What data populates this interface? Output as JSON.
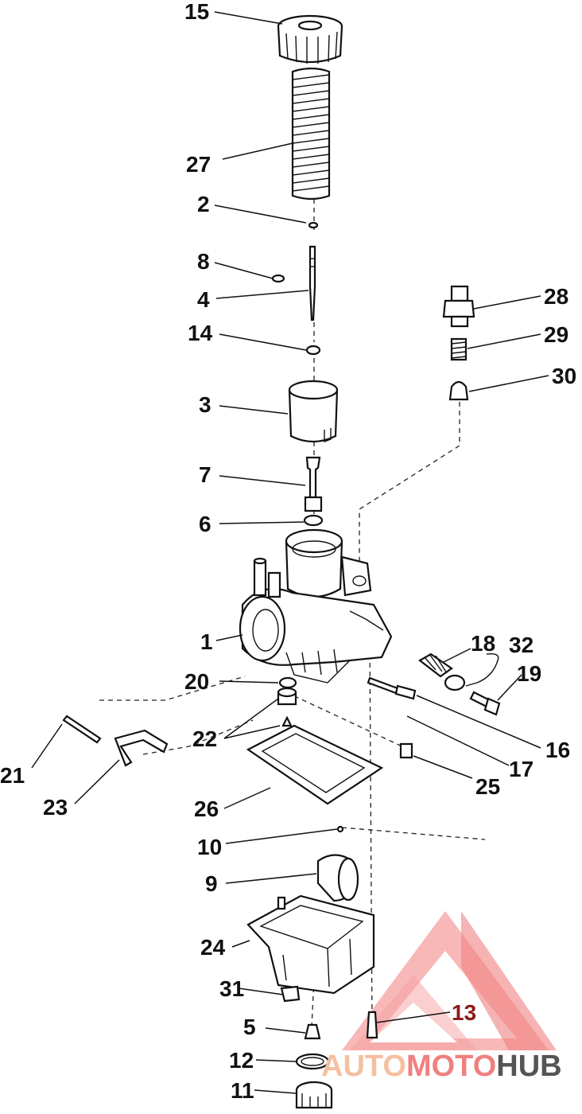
{
  "diagram": {
    "part_numbers": [
      "15",
      "27",
      "2",
      "8",
      "4",
      "14",
      "3",
      "7",
      "6",
      "1",
      "20",
      "22",
      "21",
      "23",
      "26",
      "10",
      "9",
      "24",
      "31",
      "5",
      "12",
      "11",
      "13",
      "28",
      "29",
      "30",
      "18",
      "32",
      "19",
      "16",
      "17",
      "25"
    ]
  },
  "watermark": {
    "part1": "AUTO",
    "part2": "MOTO",
    "part3": "HUB",
    "color_primary": "#f08080",
    "color_secondary": "#f5c0a0",
    "color_dark": "#555555"
  }
}
